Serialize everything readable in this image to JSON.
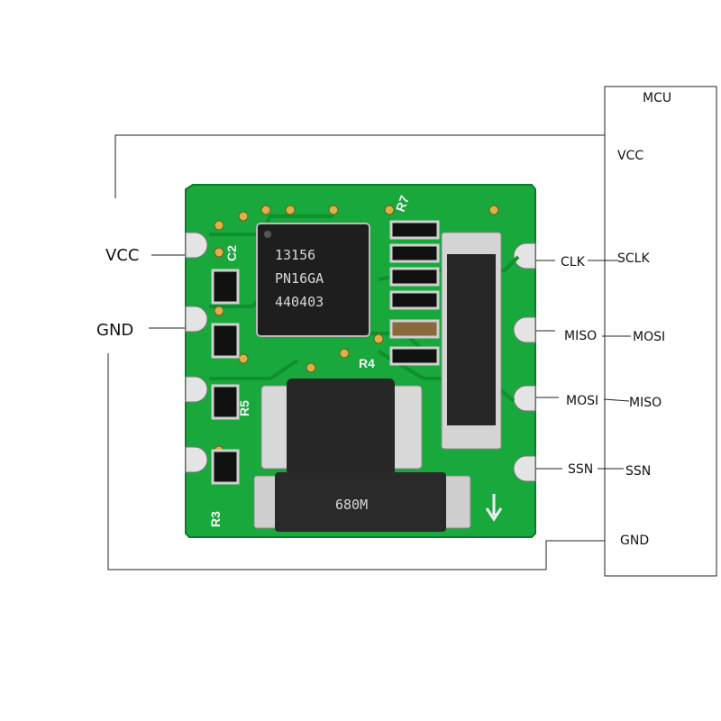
{
  "left_labels": {
    "vcc": "VCC",
    "gnd": "GND"
  },
  "sensor_pins": {
    "clk": "CLK",
    "miso": "MISO",
    "mosi": "MOSI",
    "ssn": "SSN"
  },
  "mcu": {
    "title": "MCU",
    "pins": {
      "vcc": "VCC",
      "sclk": "SCLK",
      "mosi": "MOSI",
      "miso": "MISO",
      "ssn": "SSN",
      "gnd": "GND"
    }
  },
  "board": {
    "chip_lines": [
      "13156",
      "PN16GA",
      "440403"
    ],
    "silkscreen": {
      "r7": "R7",
      "r4": "R4",
      "r3": "R3",
      "c2": "C2",
      "r5": "R5"
    },
    "inductor_marking": "680M"
  },
  "colors": {
    "pcb_green": "#18a83c",
    "trace_green": "#0f8f2e",
    "chip_black": "#1e1e1e",
    "wire": "#222222"
  }
}
